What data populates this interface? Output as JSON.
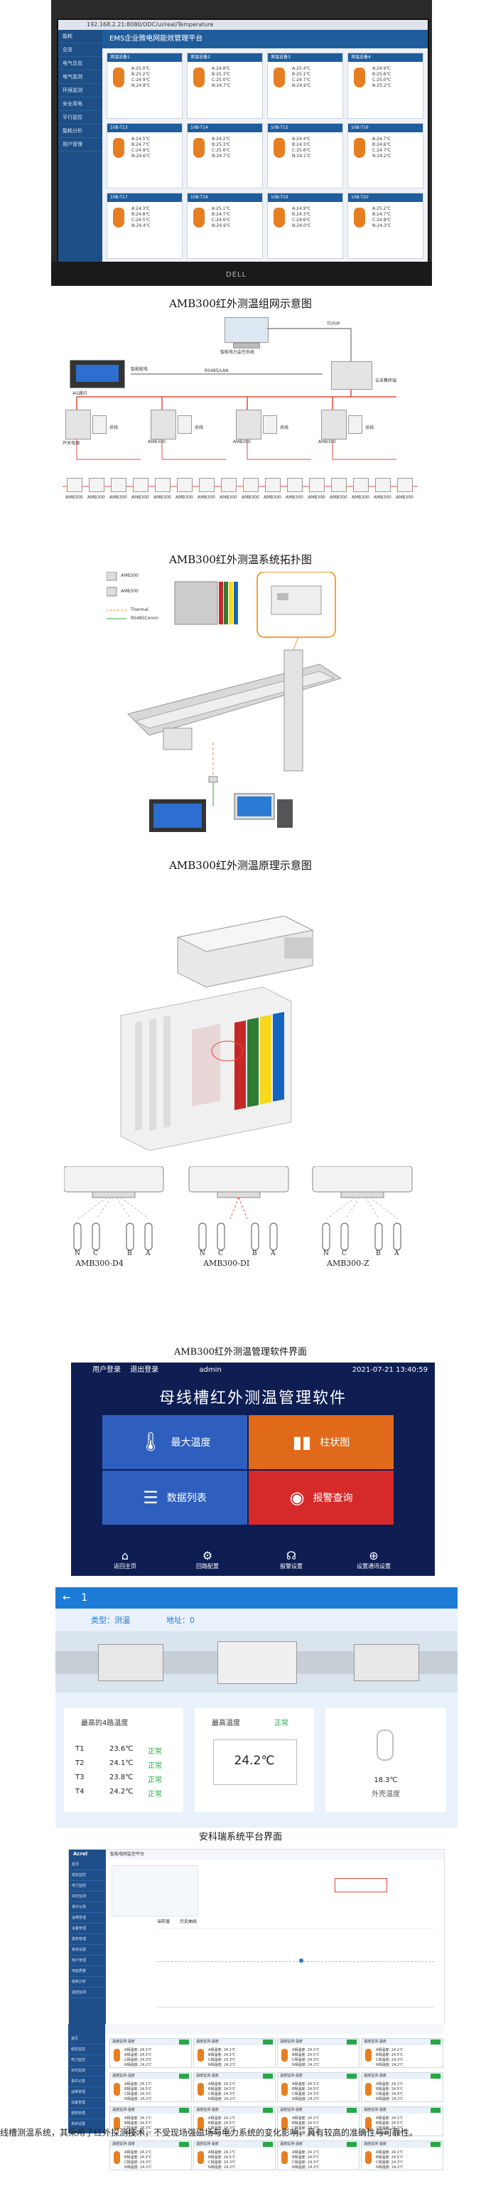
{
  "photo1": {
    "url": "192.168.2.21:8080/ODC/ui/real/Temperature",
    "top_title": "EMS企业微电网能效管理平台",
    "sidebar": [
      "能耗",
      "总览",
      "电气总览",
      "电气监测",
      "环境监测",
      "安全用电",
      "平行监控",
      "能耗分析",
      "用户管理"
    ],
    "cards": [
      {
        "title": "测温设备1",
        "v": [
          "A:25.0℃",
          "B:25.2℃",
          "C:24.9℃",
          "N:24.8℃"
        ]
      },
      {
        "title": "测温设备2",
        "v": [
          "A:24.8℃",
          "B:25.3℃",
          "C:25.0℃",
          "N:24.7℃"
        ]
      },
      {
        "title": "测温设备3",
        "v": [
          "A:25.4℃",
          "B:25.1℃",
          "C:24.7℃",
          "N:24.9℃"
        ]
      },
      {
        "title": "测温设备4",
        "v": [
          "A:24.9℃",
          "B:25.6℃",
          "C:25.0℃",
          "N:25.2℃"
        ]
      },
      {
        "title": "10B-T13",
        "v": [
          "A:24.5℃",
          "B:24.7℃",
          "C:24.9℃",
          "N:24.6℃"
        ]
      },
      {
        "title": "10B-T14",
        "v": [
          "A:24.2℃",
          "B:25.3℃",
          "C:25.6℃",
          "N:24.7℃"
        ]
      },
      {
        "title": "10B-T15",
        "v": [
          "A:24.4℃",
          "B:24.3℃",
          "C:25.6℃",
          "N:24.1℃"
        ]
      },
      {
        "title": "10B-T16",
        "v": [
          "A:24.7℃",
          "B:24.6℃",
          "C:24.7℃",
          "N:24.2℃"
        ]
      },
      {
        "title": "10B-T17",
        "v": [
          "A:24.3℃",
          "B:24.8℃",
          "C:24.5℃",
          "N:24.4℃"
        ]
      },
      {
        "title": "10B-T18",
        "v": [
          "A:25.1℃",
          "B:24.7℃",
          "C:24.6℃",
          "N:24.9℃"
        ]
      },
      {
        "title": "10B-T19",
        "v": [
          "A:24.9℃",
          "B:24.3℃",
          "C:24.6℃",
          "N:24.0℃"
        ]
      },
      {
        "title": "10B-T20",
        "v": [
          "A:25.2℃",
          "B:24.7℃",
          "C:24.8℃",
          "N:24.3℃"
        ]
      }
    ],
    "brand": "DELL"
  },
  "captions": {
    "c1": "AMB300红外测温组网示意图",
    "c2": "AMB300红外测温系统拓扑图",
    "c3": "AMB300红外测温原理示意图",
    "c4": "AMB300红外测温管理软件界面",
    "c5": "安科瑞系统平台界面"
  },
  "topology": {
    "server": "智能电力监控系统",
    "tcpip": "TCP/IP",
    "rs485": "RS485/LAN",
    "hmi": "4G通讯",
    "link": "智能配电",
    "gateway": "云采集终端",
    "nodes": [
      "开关电源",
      "AMB300",
      "AMB300",
      "AMB300"
    ],
    "branch_label": [
      "总线",
      "总线",
      "总线",
      "总线"
    ],
    "sensor_label": "AMB300"
  },
  "principle": {
    "legend": [
      "AMB300",
      "AMB300",
      "Thermal",
      "RS485Comm"
    ],
    "device_label": "AMB300"
  },
  "sensors": {
    "phase_labels": [
      "N",
      "C",
      "B",
      "A"
    ],
    "models": [
      "AMB300-D4",
      "AMB300-DI",
      "AMB300-Z"
    ]
  },
  "app": {
    "login": "用户登录",
    "logout": "退出登录",
    "user": "admin",
    "datetime": "2021-07-21 13:40:59",
    "title": "母线槽红外测温管理软件",
    "tiles": [
      "最大温度",
      "柱状图",
      "数据列表",
      "报警查询"
    ],
    "tile_colors": [
      "#2e5fbf",
      "#e06a1a",
      "#2e5fbf",
      "#d62a2a"
    ],
    "bottom": [
      "返回主页",
      "回路配置",
      "报警设置",
      "设置通讯设置"
    ]
  },
  "detail": {
    "back": "1",
    "type_label": "类型：测温",
    "addr_label": "地址：0",
    "left_title": "最高的4路温度",
    "status": "正常",
    "rows": [
      {
        "name": "T1",
        "val": "23.6℃",
        "st": "正常"
      },
      {
        "name": "T2",
        "val": "24.1℃",
        "st": "正常"
      },
      {
        "name": "T3",
        "val": "23.8℃",
        "st": "正常"
      },
      {
        "name": "T4",
        "val": "24.2℃",
        "st": "正常"
      }
    ],
    "mid_title": "最高温度",
    "mid_status": "正常",
    "mid_value": "24.2℃",
    "right_value": "18.3℃",
    "right_label": "外壳温度"
  },
  "platform": {
    "logo": "Acrel",
    "sidebar": [
      "首页",
      "组态监控",
      "电力监控",
      "实时监测",
      "事件记录",
      "运维管理",
      "设备管理",
      "报表管理",
      "系统设置",
      "用户管理",
      "电能质量",
      "能耗分析",
      "温度监测",
      "视频监控"
    ],
    "header": "智能电网监控平台",
    "tab1": "当前值",
    "tab2": "历史曲线",
    "card_title": "温度监测-温度",
    "card_vals": [
      "A相温度: 24.1℃",
      "B相温度: 24.5℃",
      "C相温度: 24.3℃",
      "N相温度: 24.2℃"
    ],
    "badge": "正常"
  },
  "bottom_text": "线槽测温系统，其采用了红外探测技术，不受现场强磁场与电力系统的变化影响，具有较高的准确性与可靠性。"
}
